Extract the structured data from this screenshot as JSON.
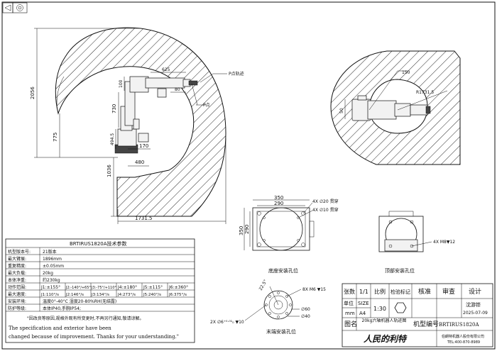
{
  "side_view": {
    "dim_height_total": "2056",
    "dim_775": "775",
    "dim_1036": "1036",
    "dim_reach": "1731.5",
    "dim_480": "480",
    "dim_170": "170",
    "dim_494_5": "494.5",
    "dim_730": "730",
    "dim_100": "100",
    "dim_625": "625",
    "dim_80": "80",
    "dim_p_point": "P点轨迹",
    "dim_ref": "P点"
  },
  "top_view": {
    "dim_R": "R1731.5",
    "dim_50": "50",
    "dim_150": "150"
  },
  "base_view": {
    "dim_350_w": "350",
    "dim_290_w": "290",
    "dim_350_h": "350",
    "dim_290_h": "290",
    "hole_note_1": "4X ∅20 贯穿",
    "hole_note_2": "4X ∅10 贯穿",
    "caption": "底座安装孔位"
  },
  "top_mount_view": {
    "thread_note": "4X M8▼12",
    "caption": "顶部安装孔位"
  },
  "flange_view": {
    "dim_angle": "22.5°",
    "thread_note": "8X M6 ▼15",
    "dim_pin": "2X ∅6⁺⁰·⁰¹₀ ▼10",
    "dim_d60": "∅60",
    "dim_d40": "∅40",
    "caption": "末端安装孔位"
  },
  "spec_table": {
    "title": "BRTIRUS1820A技术参数",
    "rows": [
      {
        "label": "机型版本号:",
        "value": "21版本"
      },
      {
        "label": "最大臂展:",
        "value": "1896mm"
      },
      {
        "label": "重复精度:",
        "value": "±0.05mm"
      },
      {
        "label": "最大负载:",
        "value": "20kg"
      },
      {
        "label": "本体净重:",
        "value": "约230kg"
      }
    ],
    "motion_range_label": "动作范围:",
    "motion_range": [
      "J1:±155°",
      "J2:-140°/+65°",
      "J3:-75°/+110°",
      "J4:±180°",
      "J5:±115°",
      "J6:±360°"
    ],
    "max_speed_label": "最大速度:",
    "max_speed": [
      "J1:110°/s",
      "J2:146°/s",
      "J3:134°/s",
      "J4:273°/s",
      "J5:240°/s",
      "J6:375°/s"
    ],
    "env_label": "安装环境:",
    "env_value": "温度0°-40°C   湿度20-80%RH(无结露)",
    "protect_label": "防护等级:",
    "protect_value": "本体IP40,手腕IP54;",
    "notice_cn": "\"因改良等原因,规格外观有所变更时,不再另行通知,敬请谅解。",
    "notice_en_1": "The specification and exterior have been",
    "notice_en_2": "changed because of improvement. Thanks for your understanding.\""
  },
  "title_block": {
    "sheet_label": "张数",
    "sheet_value": "1/1",
    "scale_label": "比例",
    "check_label": "检验标记",
    "approve_label": "核准",
    "review_label": "审查",
    "design_label": "设计",
    "unit_label": "单位",
    "unit_value": "mm",
    "size_label": "SIZE",
    "size_value": "A4",
    "scale_value": "1:30",
    "designer": "沈游铧",
    "date": "2025-07-09",
    "drawing_name_label": "图名",
    "drawing_name": "20kg六轴机器人轨迹图",
    "model_label": "机型编号",
    "model_value": "BRTIRUS1820A",
    "company_slogan": "人民的利特",
    "company_name": "伯朗特机器人股份有限公司",
    "company_tel": "TEL:400-870-8989"
  }
}
